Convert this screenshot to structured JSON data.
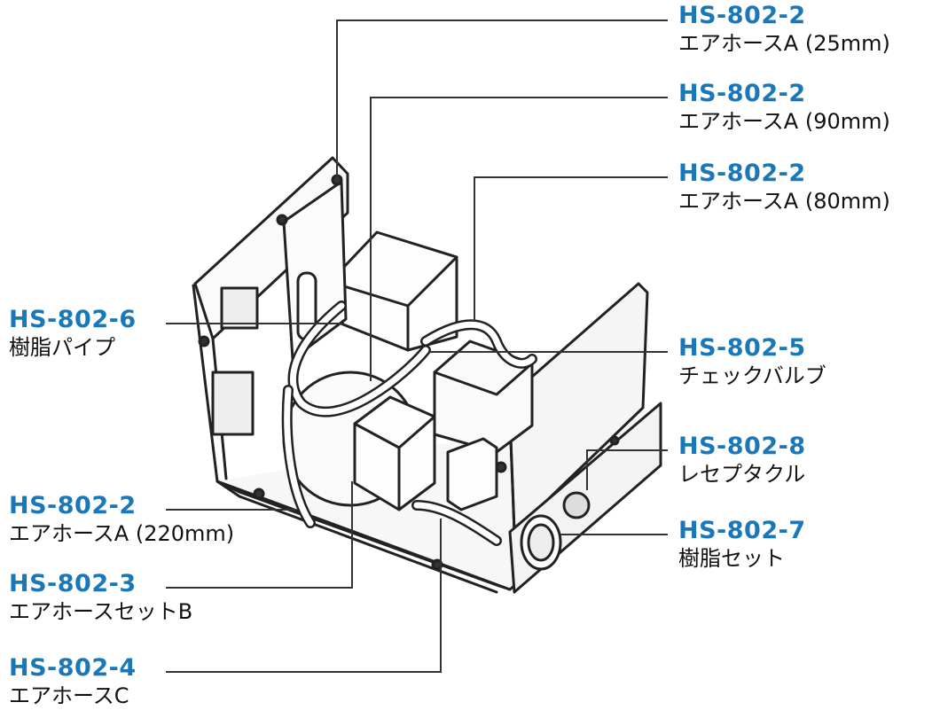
{
  "colors": {
    "part_number": "#1a78b8",
    "description": "#111111",
    "leader_line": "#333333"
  },
  "callouts": [
    {
      "id": "hose-a-25",
      "part_number": "HS-802-2",
      "description": "エアホースA (25mm)"
    },
    {
      "id": "hose-a-90",
      "part_number": "HS-802-2",
      "description": "エアホースA (90mm)"
    },
    {
      "id": "hose-a-80",
      "part_number": "HS-802-2",
      "description": "エアホースA (80mm)"
    },
    {
      "id": "resin-pipe",
      "part_number": "HS-802-6",
      "description": "樹脂パイプ"
    },
    {
      "id": "check-valve",
      "part_number": "HS-802-5",
      "description": "チェックバルブ"
    },
    {
      "id": "receptacle",
      "part_number": "HS-802-8",
      "description": "レセプタクル"
    },
    {
      "id": "resin-set",
      "part_number": "HS-802-7",
      "description": "樹脂セット"
    },
    {
      "id": "hose-a-220",
      "part_number": "HS-802-2",
      "description": "エアホースA (220mm)"
    },
    {
      "id": "hose-set-b",
      "part_number": "HS-802-3",
      "description": "エアホースセットB"
    },
    {
      "id": "hose-c",
      "part_number": "HS-802-4",
      "description": "エアホースC"
    }
  ]
}
